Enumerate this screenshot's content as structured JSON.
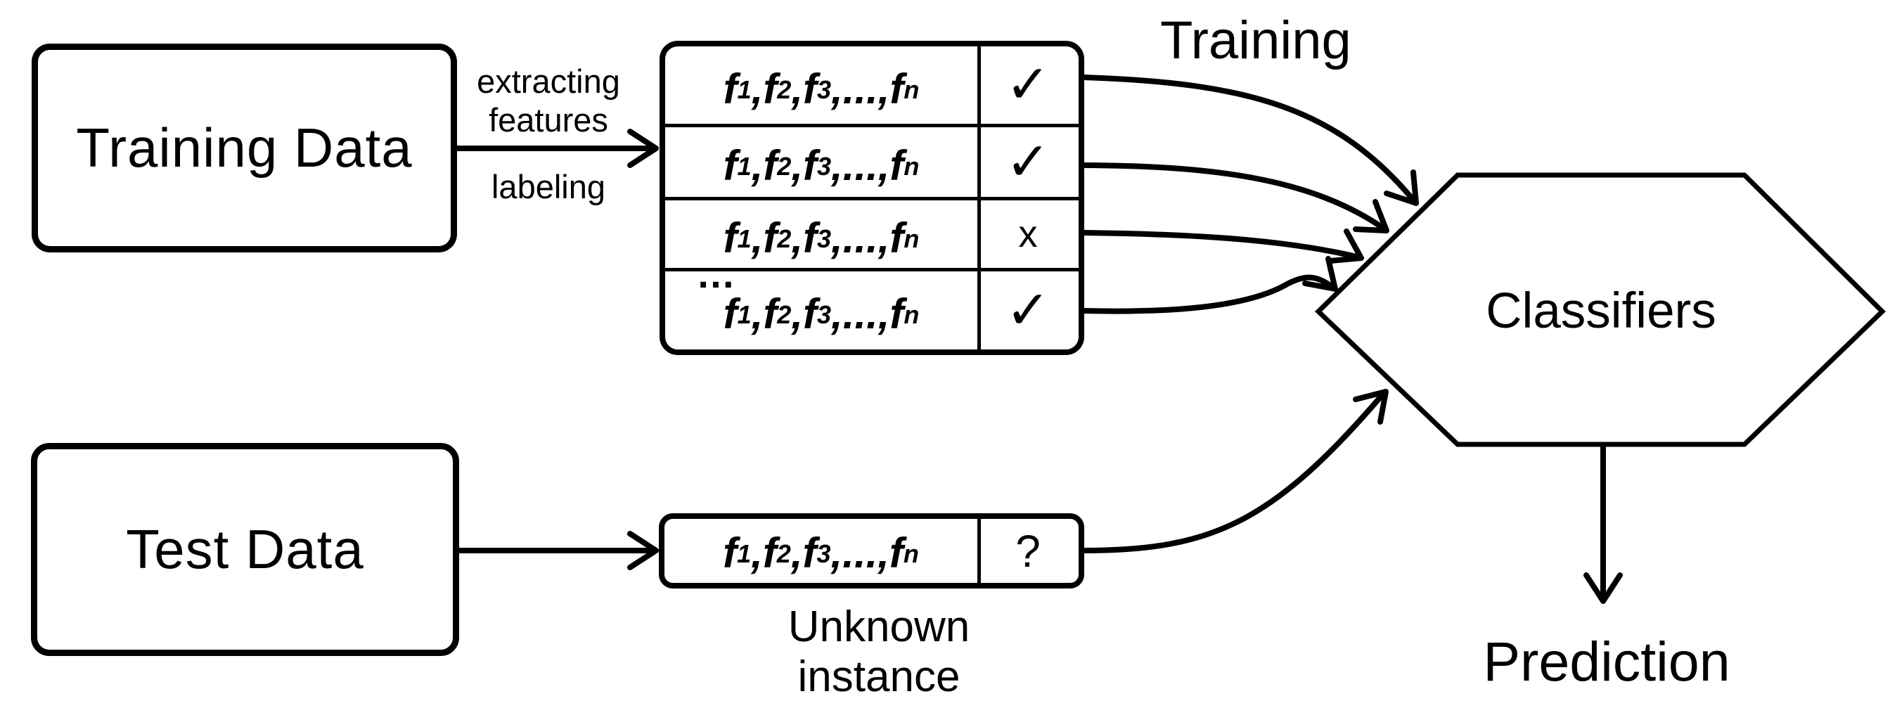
{
  "diagram": {
    "nodes": {
      "training_box_label": "Training Data",
      "test_box_label": "Test Data",
      "classifiers_label": "Classifiers"
    },
    "annotations": {
      "extract_label": "extracting features",
      "labeling_label": "labeling",
      "training_label": "Training",
      "prediction_label": "Prediction",
      "unknown_instance_label": "Unknown instance"
    },
    "feature_table": {
      "feature_sequence": [
        {
          "base": "f",
          "sub": "1"
        },
        {
          "sep": ", "
        },
        {
          "base": "f",
          "sub": "2"
        },
        {
          "sep": ", "
        },
        {
          "base": "f",
          "sub": "3"
        },
        {
          "sep": ",...,"
        },
        {
          "base": "f",
          "sub": "n"
        }
      ],
      "rows": [
        {
          "label": "✓"
        },
        {
          "label": "✓"
        },
        {
          "label": "x"
        },
        {
          "label": "✓"
        }
      ],
      "ellipsis": "…"
    },
    "test_row": {
      "label": "?"
    },
    "colors": {
      "ink": "#000000",
      "background": "#ffffff"
    }
  }
}
